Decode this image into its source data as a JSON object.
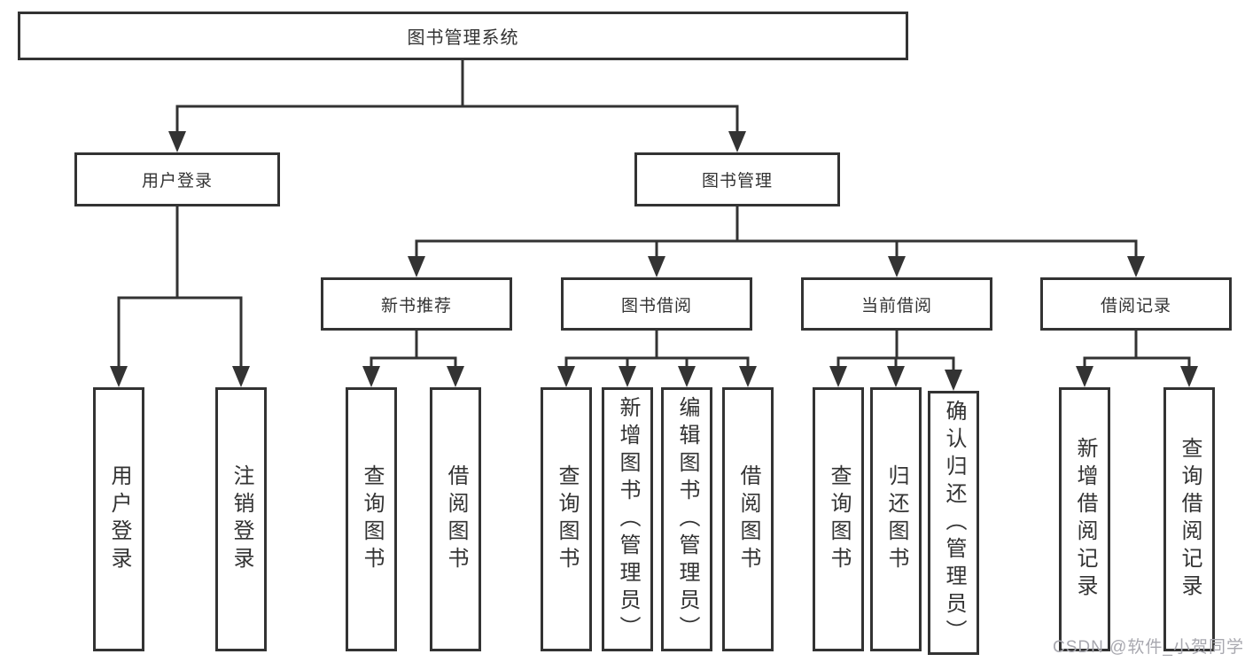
{
  "diagram": {
    "root": {
      "label": "图书管理系统"
    },
    "branches": [
      {
        "label": "用户登录",
        "children": [
          {
            "label": "用户登录"
          },
          {
            "label": "注销登录"
          }
        ]
      },
      {
        "label": "图书管理",
        "children": [
          {
            "label": "新书推荐",
            "children": [
              {
                "label": "查询图书"
              },
              {
                "label": "借阅图书"
              }
            ]
          },
          {
            "label": "图书借阅",
            "children": [
              {
                "label": "查询图书"
              },
              {
                "label": "新增图书（管理员）"
              },
              {
                "label": "编辑图书（管理员）"
              },
              {
                "label": "借阅图书"
              }
            ]
          },
          {
            "label": "当前借阅",
            "children": [
              {
                "label": "查询图书"
              },
              {
                "label": "归还图书"
              },
              {
                "label": "确认归还（管理员）"
              }
            ]
          },
          {
            "label": "借阅记录",
            "children": [
              {
                "label": "新增借阅记录"
              },
              {
                "label": "查询借阅记录"
              }
            ]
          }
        ]
      }
    ]
  },
  "watermark": {
    "text": "CSDN @软件_小贺同学"
  },
  "colors": {
    "line": "#333333",
    "text": "#333333",
    "box_fill": "#ffffff",
    "watermark": "#a8a8af",
    "background": "#ffffff"
  }
}
